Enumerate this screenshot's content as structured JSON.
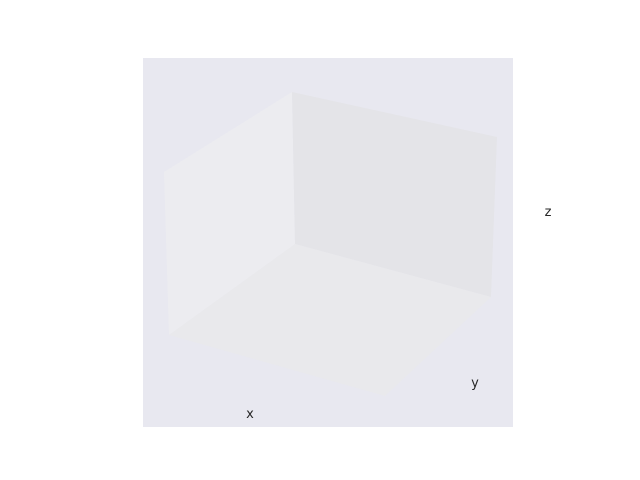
{
  "chart_data": {
    "type": "scatter",
    "projection": "3d",
    "style": "seaborn-darkgrid",
    "xlabel": "x",
    "ylabel": "y",
    "zlabel": "z",
    "series": [],
    "grid": false
  },
  "colors": {
    "figure_background": "#ffffff",
    "axes_background": "#e8e8f0",
    "pane_left": "#ececf0",
    "pane_back": "#e4e4e8",
    "pane_floor": "#e9e9ec",
    "label_color": "#262626"
  }
}
